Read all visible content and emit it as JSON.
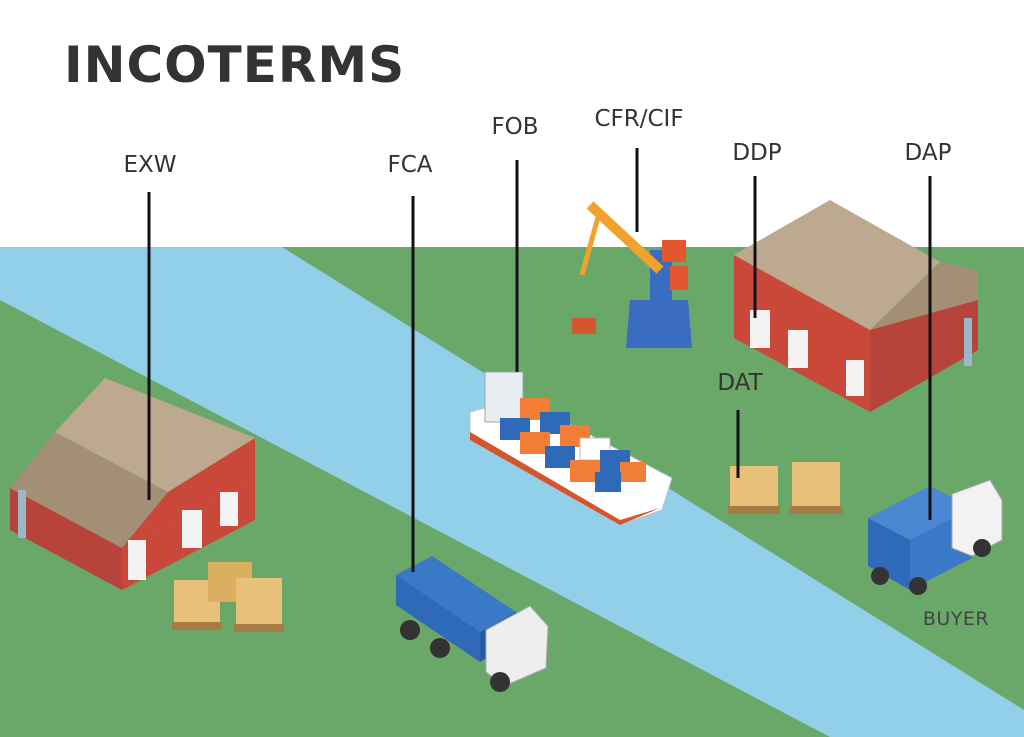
{
  "title": "INCOTERMS",
  "terms": {
    "exw": "EXW",
    "fca": "FCA",
    "fob": "FOB",
    "cfr_cif": "CFR/CIF",
    "ddp": "DDP",
    "dap": "DAP",
    "dat": "DAT"
  },
  "buyer": "BUYER",
  "colors": {
    "land": "#6aa86a",
    "river": "#92cfe9",
    "warehouse_wall": "#c9483a",
    "roof": "#b7a48c",
    "truck_container": "#2e6ab8",
    "crane": "#f2a22c",
    "crane_base": "#3a6cc2",
    "ship_hull": "#ffffff",
    "ship_bottom": "#d4562c",
    "pallet_box": "#e8c07a"
  }
}
